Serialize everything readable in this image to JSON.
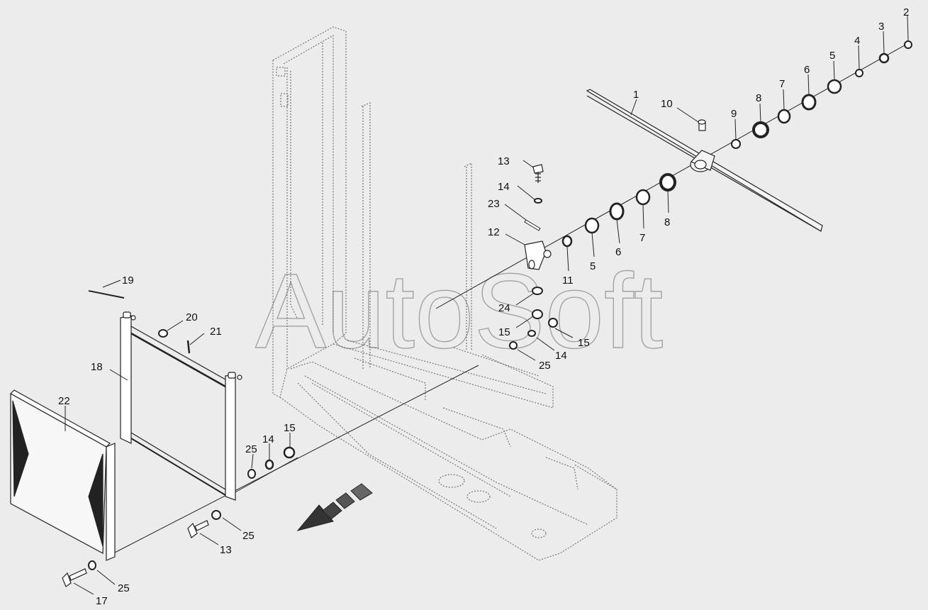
{
  "diagram": {
    "watermark": "AutoSoft",
    "callouts": [
      {
        "id": "c2",
        "text": "2"
      },
      {
        "id": "c3",
        "text": "3"
      },
      {
        "id": "c4",
        "text": "4"
      },
      {
        "id": "c5a",
        "text": "5"
      },
      {
        "id": "c6a",
        "text": "6"
      },
      {
        "id": "c7a",
        "text": "7"
      },
      {
        "id": "c8a",
        "text": "8"
      },
      {
        "id": "c9",
        "text": "9"
      },
      {
        "id": "c10",
        "text": "10"
      },
      {
        "id": "c1",
        "text": "1"
      },
      {
        "id": "c13a",
        "text": "13"
      },
      {
        "id": "c14a",
        "text": "14"
      },
      {
        "id": "c23",
        "text": "23"
      },
      {
        "id": "c12",
        "text": "12"
      },
      {
        "id": "c11",
        "text": "11"
      },
      {
        "id": "c5b",
        "text": "5"
      },
      {
        "id": "c6b",
        "text": "6"
      },
      {
        "id": "c7b",
        "text": "7"
      },
      {
        "id": "c8b",
        "text": "8"
      },
      {
        "id": "c24",
        "text": "24"
      },
      {
        "id": "c15a",
        "text": "15"
      },
      {
        "id": "c15b",
        "text": "15"
      },
      {
        "id": "c14b",
        "text": "14"
      },
      {
        "id": "c25a",
        "text": "25"
      },
      {
        "id": "c19",
        "text": "19"
      },
      {
        "id": "c20",
        "text": "20"
      },
      {
        "id": "c21",
        "text": "21"
      },
      {
        "id": "c18",
        "text": "18"
      },
      {
        "id": "c22",
        "text": "22"
      },
      {
        "id": "c25b",
        "text": "25"
      },
      {
        "id": "c14c",
        "text": "14"
      },
      {
        "id": "c15c",
        "text": "15"
      },
      {
        "id": "c25c",
        "text": "25"
      },
      {
        "id": "c13b",
        "text": "13"
      },
      {
        "id": "c25d",
        "text": "25"
      },
      {
        "id": "c17",
        "text": "17"
      }
    ]
  }
}
